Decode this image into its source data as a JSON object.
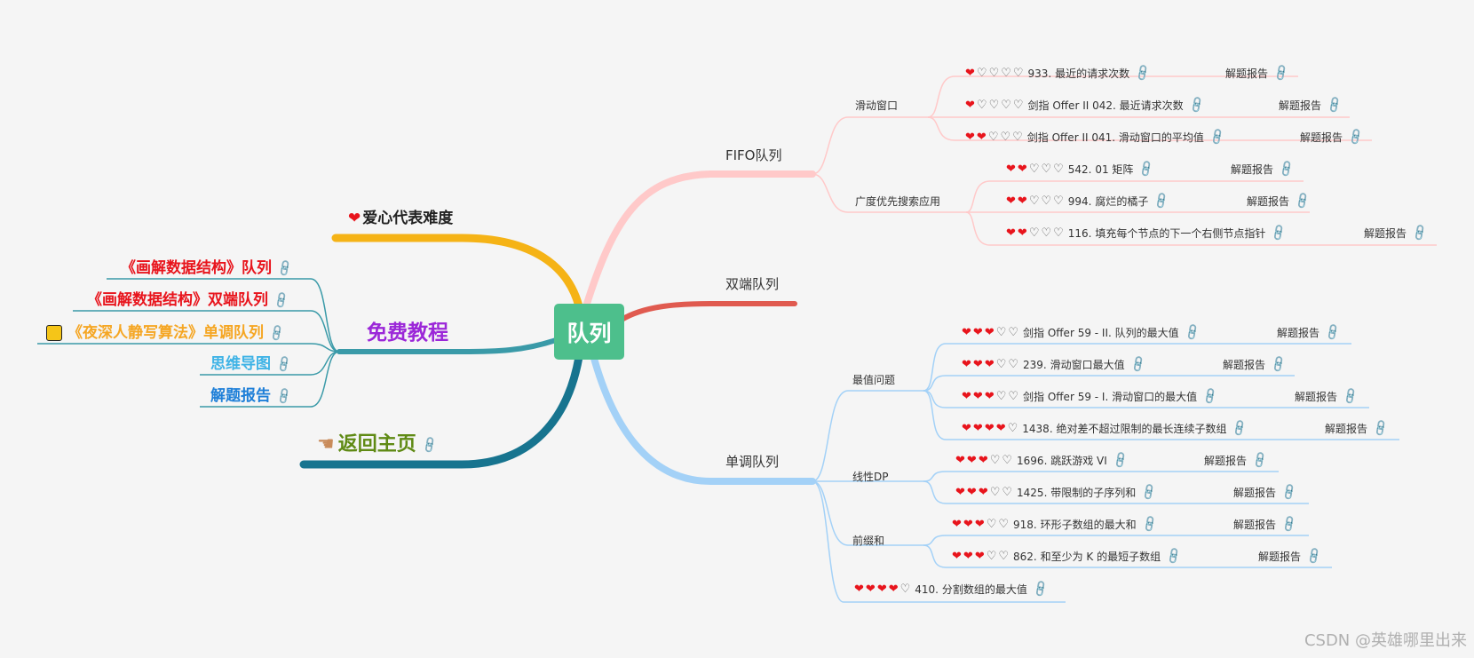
{
  "center": {
    "label": "队列"
  },
  "branches": {
    "fifo": {
      "label": "FIFO队列",
      "groups": [
        {
          "label": "滑动窗口",
          "items": [
            {
              "hearts": 1,
              "text": "933. 最近的请求次数",
              "report": "解题报告"
            },
            {
              "hearts": 1,
              "text": "剑指 Offer II 042. 最近请求次数",
              "report": "解题报告"
            },
            {
              "hearts": 2,
              "text": "剑指 Offer II 041. 滑动窗口的平均值",
              "report": "解题报告"
            }
          ]
        },
        {
          "label": "广度优先搜索应用",
          "items": [
            {
              "hearts": 2,
              "text": "542. 01 矩阵",
              "report": "解题报告"
            },
            {
              "hearts": 2,
              "text": "994. 腐烂的橘子",
              "report": "解题报告"
            },
            {
              "hearts": 2,
              "text": "116. 填充每个节点的下一个右侧节点指针",
              "report": "解题报告"
            }
          ]
        }
      ]
    },
    "deque": {
      "label": "双端队列"
    },
    "mono": {
      "label": "单调队列",
      "groups": [
        {
          "label": "最值问题",
          "items": [
            {
              "hearts": 3,
              "text": "剑指 Offer 59 - II. 队列的最大值",
              "report": "解题报告"
            },
            {
              "hearts": 3,
              "text": "239. 滑动窗口最大值",
              "report": "解题报告"
            },
            {
              "hearts": 3,
              "text": "剑指 Offer 59 - I. 滑动窗口的最大值",
              "report": "解题报告"
            },
            {
              "hearts": 4,
              "text": "1438. 绝对差不超过限制的最长连续子数组",
              "report": "解题报告"
            }
          ]
        },
        {
          "label": "线性DP",
          "items": [
            {
              "hearts": 3,
              "text": "1696. 跳跃游戏 VI",
              "report": "解题报告"
            },
            {
              "hearts": 3,
              "text": "1425. 带限制的子序列和",
              "report": "解题报告"
            }
          ]
        },
        {
          "label": "前缀和",
          "items": [
            {
              "hearts": 3,
              "text": "918. 环形子数组的最大和",
              "report": "解题报告"
            },
            {
              "hearts": 3,
              "text": "862. 和至少为 K 的最短子数组",
              "report": "解题报告"
            }
          ]
        }
      ],
      "direct": {
        "hearts": 4,
        "text": "410. 分割数组的最大值"
      }
    }
  },
  "left": {
    "legend": "爱心代表难度",
    "tutorial": {
      "label": "免费教程",
      "items": [
        "《画解数据结构》队列",
        "《画解数据结构》双端队列",
        "《夜深人静写算法》单调队列",
        "思维导图",
        "解题报告"
      ]
    },
    "home": "返回主页"
  },
  "watermark": "CSDN @英雄哪里出来",
  "colors": {
    "center": "#4dbf8c",
    "fifo": "#ffc9c9",
    "deque": "#e05a4f",
    "mono": "#a3d1f7",
    "legend": "#f5b316",
    "tutorial": "#3a9aa8",
    "home": "#17748f",
    "heart": "#e8141c"
  },
  "icons": {
    "heart": "heart-icon",
    "link": "link-icon",
    "pointing_hand": "pointing-hand-icon",
    "lock": "lock-icon"
  }
}
